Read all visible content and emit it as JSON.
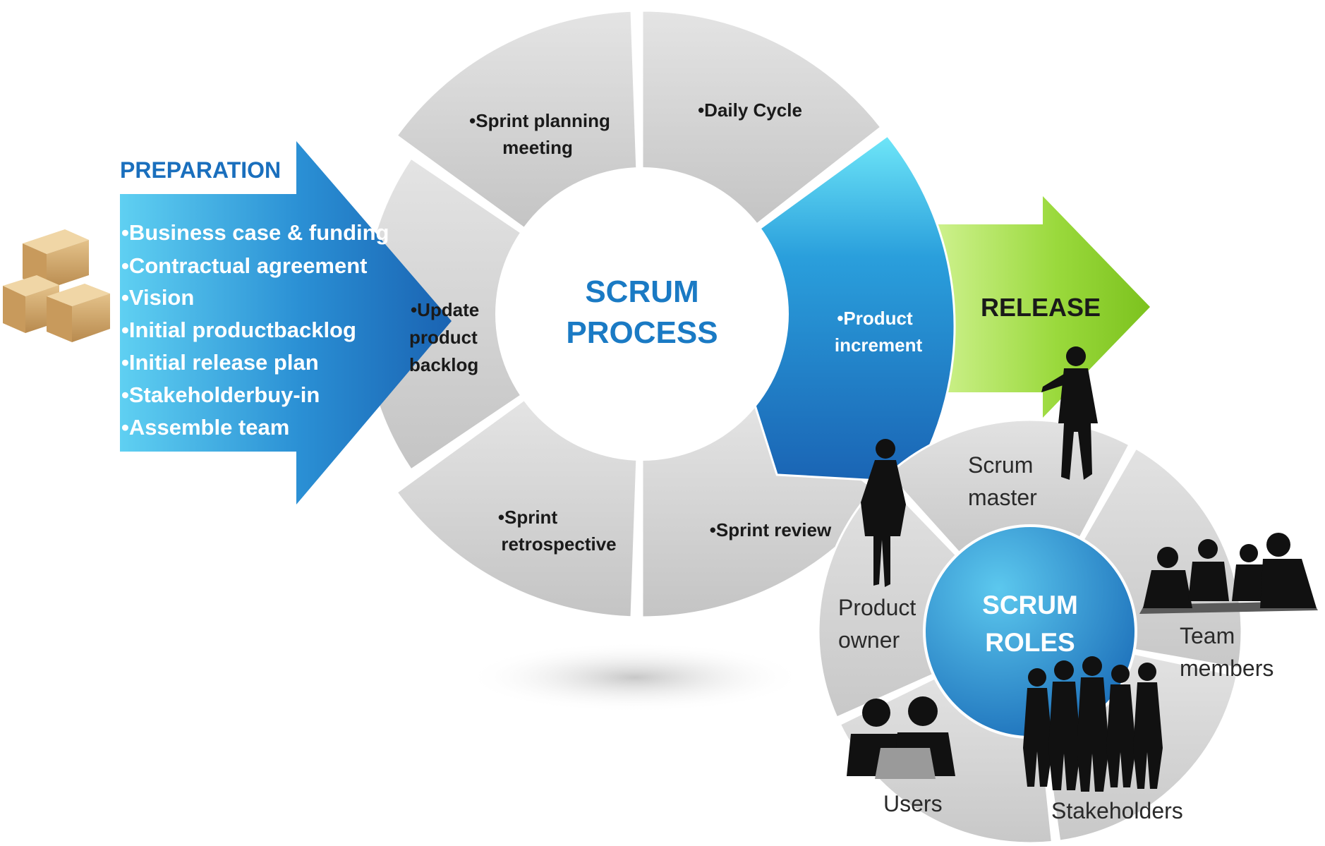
{
  "preparation": {
    "title": "PREPARATION",
    "items": [
      "•Business case & funding",
      "•Contractual agreement",
      "•Vision",
      "•Initial productbacklog",
      "•Initial release plan",
      "•Stakeholderbuy-in",
      "•Assemble team"
    ]
  },
  "process": {
    "title_line1": "SCRUM",
    "title_line2": "PROCESS",
    "segments": {
      "sprint_planning": [
        "•Sprint planning",
        "meeting"
      ],
      "daily_cycle": [
        "•Daily Cycle"
      ],
      "product_increment": [
        "•Product",
        "increment"
      ],
      "sprint_review": [
        "•Sprint review"
      ],
      "sprint_retrospective": [
        "•Sprint",
        "retrospective"
      ],
      "update_backlog": [
        "•Update",
        "product",
        "backlog"
      ]
    }
  },
  "release": {
    "title": "RELEASE"
  },
  "roles": {
    "title_line1": "SCRUM",
    "title_line2": "ROLES",
    "scrum_master": [
      "Scrum",
      "master"
    ],
    "team_members": [
      "Team",
      "members"
    ],
    "stakeholders": [
      "Stakeholders"
    ],
    "users": [
      "Users"
    ],
    "product_owner": [
      "Product",
      "owner"
    ]
  },
  "colors": {
    "process_blue": "#1a7ac4",
    "prep_title_blue": "#1a6fbd",
    "release_green": "#8fd12c",
    "segment_gray": "#d4d4d4"
  },
  "icons": [
    "boxes-icon",
    "person-silhouette-icon",
    "team-meeting-icon",
    "stakeholders-group-icon",
    "users-laptop-icon"
  ]
}
